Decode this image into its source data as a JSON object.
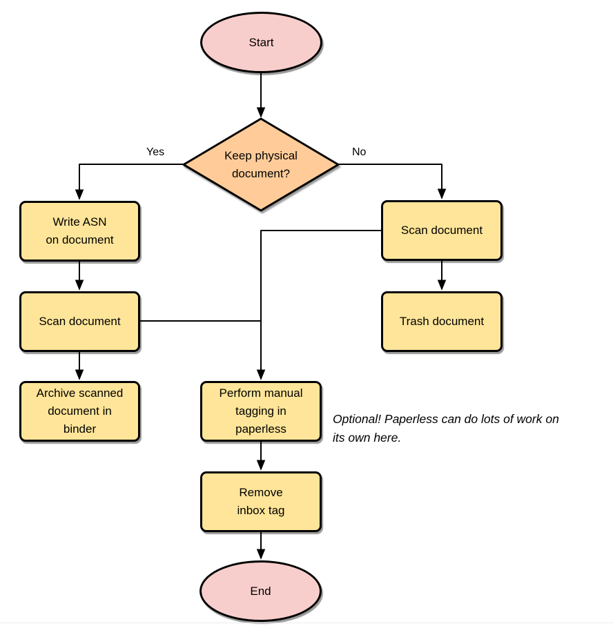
{
  "diagram": {
    "type": "flowchart",
    "colors": {
      "background": "#ffffff",
      "terminal_fill": "#F8CECC",
      "process_fill": "#FFE599",
      "decision_fill": "#FFCC99",
      "stroke": "#000000"
    },
    "nodes": {
      "start": {
        "label": "Start",
        "shape": "ellipse"
      },
      "decision": {
        "label": "Keep physical\ndocument?",
        "shape": "diamond"
      },
      "write_asn": {
        "label": "Write ASN\non document",
        "shape": "rounded-rect"
      },
      "scan_left": {
        "label": "Scan document",
        "shape": "rounded-rect"
      },
      "archive": {
        "label": "Archive scanned\ndocument in\nbinder",
        "shape": "rounded-rect"
      },
      "scan_right": {
        "label": "Scan document",
        "shape": "rounded-rect"
      },
      "trash": {
        "label": "Trash document",
        "shape": "rounded-rect"
      },
      "tagging": {
        "label": "Perform manual\ntagging in\npaperless",
        "shape": "rounded-rect"
      },
      "remove_inbox": {
        "label": "Remove\ninbox tag",
        "shape": "rounded-rect"
      },
      "end": {
        "label": "End",
        "shape": "ellipse"
      }
    },
    "edge_labels": {
      "yes": "Yes",
      "no": "No"
    },
    "note": {
      "text": "Optional! Paperless can do lots of work on\nits own here."
    }
  }
}
